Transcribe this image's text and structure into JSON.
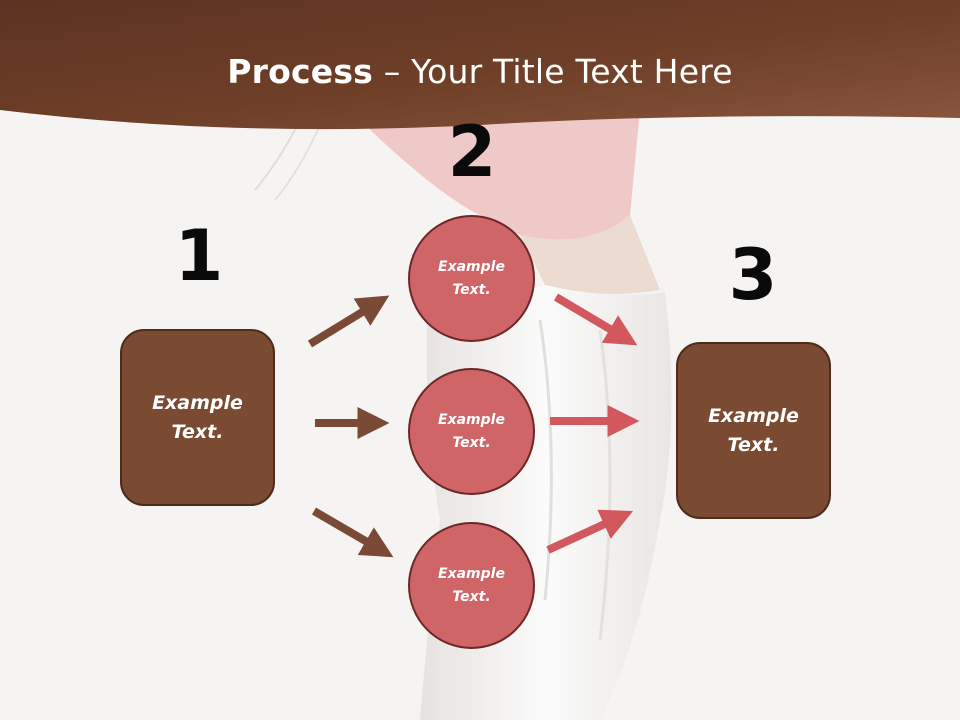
{
  "title": {
    "bold": "Process",
    "rest": " – Your Title Text Here"
  },
  "steps": [
    {
      "number": "1",
      "text": "Example Text."
    },
    {
      "number": "2",
      "items": [
        "Example Text.",
        "Example Text.",
        "Example Text."
      ]
    },
    {
      "number": "3",
      "text": "Example Text."
    }
  ],
  "colors": {
    "banner": "#6b3a24",
    "box_fill": "#7a4a33",
    "circle_fill": "#d06568",
    "brown_arrow": "#7b4a36",
    "pink_arrow": "#d3585d"
  }
}
